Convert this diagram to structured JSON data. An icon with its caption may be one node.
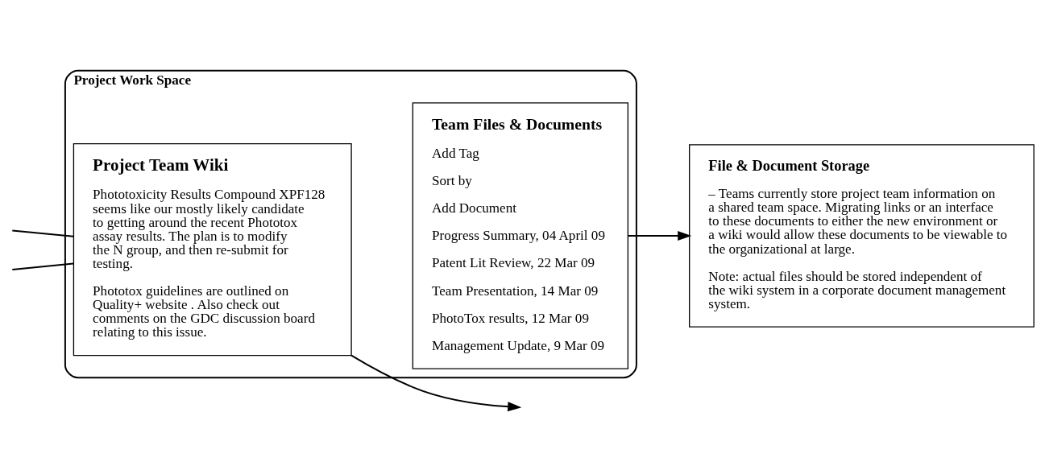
{
  "diagram": {
    "nodes": [
      {
        "text": [
          "Project Work Space"
        ]
      },
      {
        "text": [
          "Project Team Wiki",
          "Phototoxicity Results Compound XPF128 seems like our mostly likely candidate to getting around the recent Phototox assay results. The plan is to modify the N group, and then re-submit for testing.",
          "Phototox guidelines are outlined on Quality+ website . Also check out comments on the GDC discussion board relating to this issue."
        ],
        "in": 0
      },
      {
        "text": [
          "Team Files & Documents",
          "Add Tag",
          "Sort by",
          "Add Document",
          "Progress Summary, 04 April 09",
          "Patent Lit Review, 22 Mar 09",
          "Team Presentation, 14 Mar 09",
          "PhotoTox results, 12 Mar 09",
          "Management Update, 9 Mar 09"
        ],
        "in": 0
      },
      {
        "text": [
          "File & Document Storage",
          "– Teams currently store project team information on a shared team space. Migrating links or an interface to these documents to either the new environment or a wiki would allow these documents to be viewable to the organizational at large.",
          "Note: actual files should be stored independent of the wiki system in a corporate document management system."
        ]
      }
    ],
    "edges": [
      {
        "from": 1,
        "to": null,
        "arrow": "to"
      },
      {
        "from": 2,
        "to": 3,
        "arrow": "to"
      },
      {
        "from": null,
        "to": 1,
        "arrow": "none"
      },
      {
        "from": null,
        "to": 1,
        "arrow": "none"
      }
    ]
  }
}
